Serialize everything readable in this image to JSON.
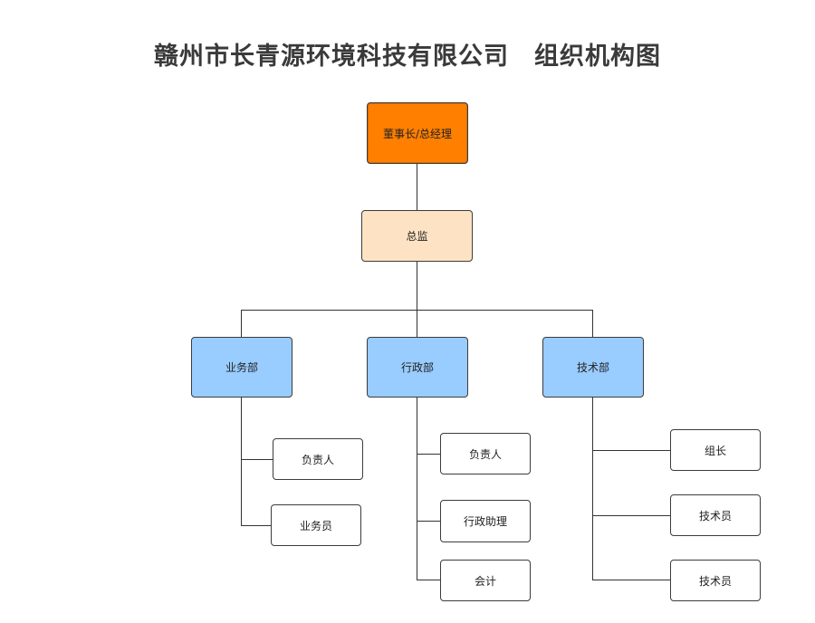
{
  "title": "赣州市长青源环境科技有限公司　组织机构图",
  "chairman": {
    "label": "董事长/总经理",
    "color": "#ff7f00"
  },
  "director": {
    "label": "总监",
    "color": "#fde3c4"
  },
  "departments": [
    {
      "label": "业务部",
      "children": [
        "负责人",
        "业务员"
      ]
    },
    {
      "label": "行政部",
      "children": [
        "负责人",
        "行政助理",
        "会计"
      ]
    },
    {
      "label": "技术部",
      "children": [
        "组长",
        "技术员",
        "技术员"
      ]
    }
  ],
  "department_color": "#99ccff"
}
